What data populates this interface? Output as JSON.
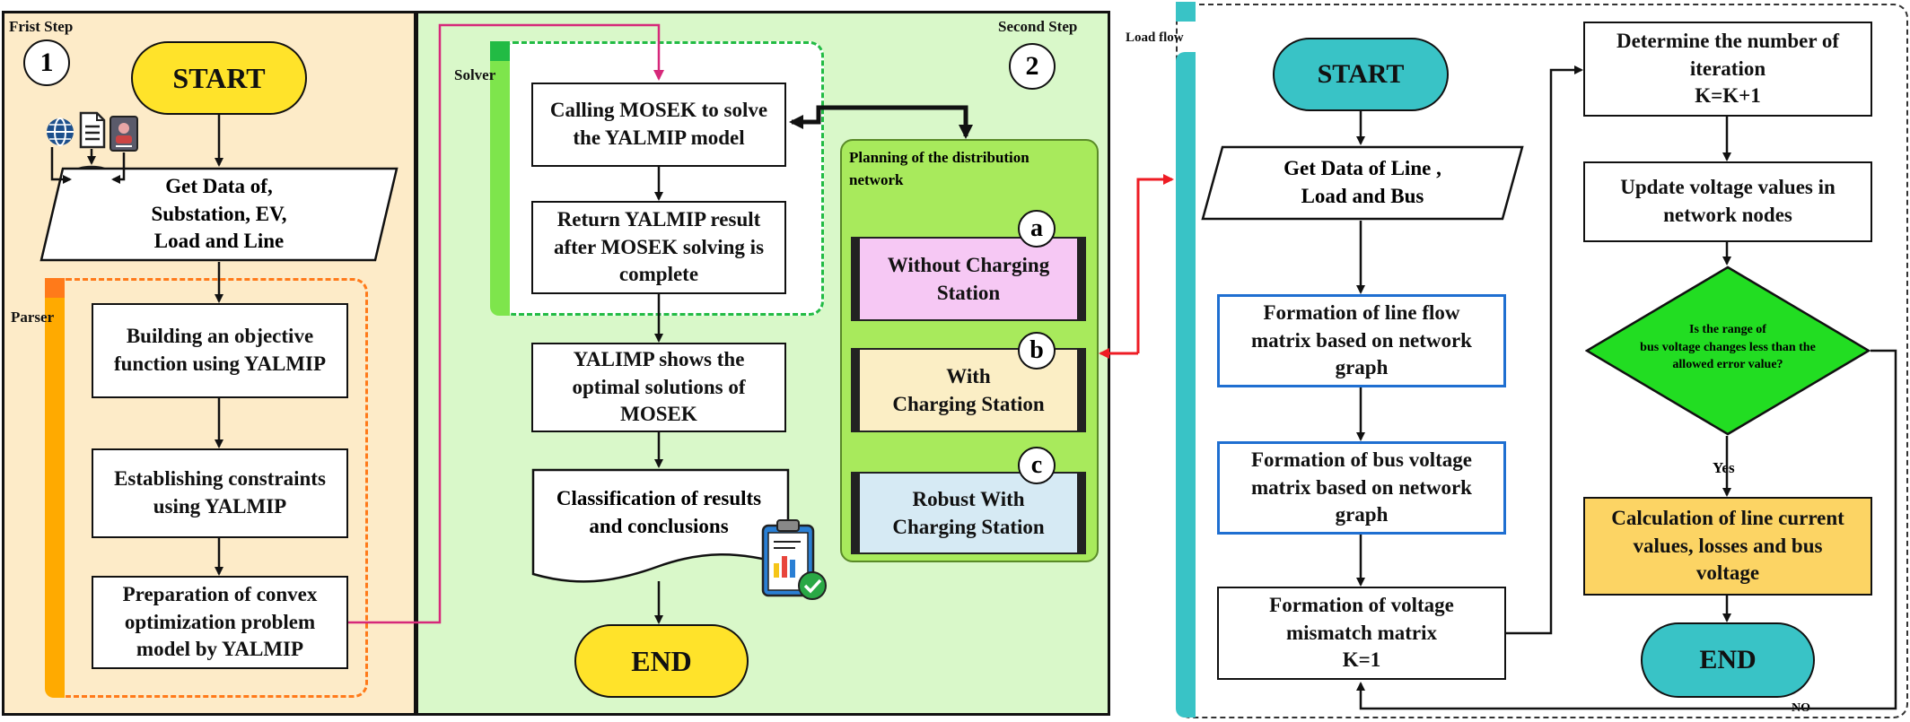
{
  "step1": {
    "title": "Frist Step",
    "number": "1",
    "start": "START",
    "get_data": "Get Data of,\nSubstation, EV,\nLoad and Line",
    "parser_label": "Parser",
    "objective": "Building an objective\nfunction using YALMIP",
    "constraints": "Establishing constraints\nusing YALMIP",
    "preparation": "Preparation of convex\noptimization problem\nmodel by YALMIP"
  },
  "step2": {
    "title": "Second Step",
    "number": "2",
    "solver_label": "Solver",
    "calling": "Calling MOSEK to solve\nthe YALMIP model",
    "return": "Return YALMIP result\nafter MOSEK solving is\ncomplete",
    "shows": "YALIMP shows the\noptimal solutions of\nMOSEK",
    "classification": "Classification of results\nand conclusions",
    "end": "END",
    "planning_title": "Planning of the distribution\nnetwork",
    "option_a": {
      "letter": "a",
      "label": "Without Charging\nStation"
    },
    "option_b": {
      "letter": "b",
      "label": "With\nCharging Station"
    },
    "option_c": {
      "letter": "c",
      "label": "Robust With\nCharging Station"
    }
  },
  "loadflow": {
    "title": "Load flow",
    "start": "START",
    "get_data": "Get Data of Line ,\nLoad and Bus",
    "line_flow": "Formation of line flow\nmatrix based on network\ngraph",
    "bus_voltage": "Formation of bus voltage\nmatrix based on network\ngraph",
    "mismatch": "Formation of voltage\nmismatch matrix\nK=1",
    "iteration": "Determine the number of\niteration\nK=K+1",
    "update": "Update voltage values in\nnetwork nodes",
    "decision": "Is the range of\nbus voltage changes less than the\nallowed error value?",
    "yes": "Yes",
    "no": "NO",
    "calculation": "Calculation of line current\nvalues, losses and bus\nvoltage",
    "end": "END"
  },
  "colors": {
    "step1_bg": "#fdebc8",
    "step2_bg": "#d9f8c9",
    "terminal_yellow": "#ffe32a",
    "terminal_teal": "#39c3c6",
    "decision_green": "#22dd22",
    "calc_orange": "#fcd464",
    "parser_orange": "#ff7a1a",
    "solver_green": "#22bb44",
    "connector_red": "#ee1c24",
    "connector_magenta": "#d6287a",
    "plan_pink": "#f6c8f4",
    "plan_cream": "#fbeec5",
    "plan_blue": "#d6eaf4",
    "box_blue": "#1f6fd1"
  },
  "icons": [
    "globe-icon",
    "document-icon",
    "id-card-icon",
    "database-icon",
    "clipboard-chart-icon",
    "check-icon"
  ]
}
